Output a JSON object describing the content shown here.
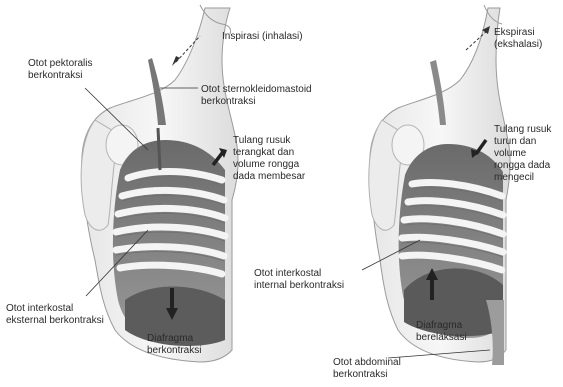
{
  "inspiration": {
    "title": "Inspirasi (inhalasi)",
    "labels": {
      "pectoralis": "Otot pektoralis\nberkontraksi",
      "sternocleido": "Otot sternokleidomastoid\nberkontraksi",
      "ribs": "Tulang rusuk\nterangkat dan\nvolume rongga\ndada membesar",
      "ext_intercostal": "Otot interkostal\neksternal berkontraksi",
      "diaphragm": "Diafragma\nberkontraksi"
    }
  },
  "expiration": {
    "title": "Ekspirasi\n(ekshalasi)",
    "labels": {
      "ribs": "Tulang rusuk\nturun dan\nvolume\nrongga dada\nmengecil",
      "int_intercostal": "Otot interkostal\ninternal berkontraksi",
      "diaphragm": "Diafragma\nberelaksasi",
      "abdominal": "Otot abdominal\nberkontraksi"
    }
  },
  "colors": {
    "ink": "#2a2a2a",
    "shade": "#8a8a8a",
    "dark": "#4a4a4a",
    "rib": "#f2f2f2"
  }
}
